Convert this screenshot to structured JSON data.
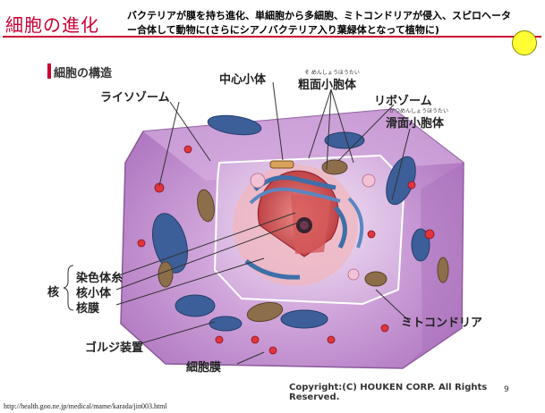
{
  "slide": {
    "title": "細胞の進化",
    "description": "バクテリアが膜を持ち進化、単細胞から多細胞、ミトコンドリアが侵入、スピロヘーター合体して動物に(さらにシアノバクテリア入り葉緑体となって植物に)",
    "page_number": "9",
    "url": "http://health.goo.ne.jp/medical/mame/karada/jin003.html"
  },
  "figure": {
    "section_title": "細胞の構造",
    "labels": {
      "lysosome": "ライソゾーム",
      "centrosome": "中心小体",
      "rough_er": "粗面小胞体",
      "rough_er_ruby": "そ めんしょうほうたい",
      "ribosome": "リボゾーム",
      "smooth_er": "滑面小胞体",
      "smooth_er_ruby": "かつめんしょうほうたい",
      "chromatin": "染色体糸",
      "nucleolus": "核小体",
      "nuclear_membrane": "核膜",
      "nucleus": "核",
      "mitochondria": "ミトコンドリア",
      "golgi": "ゴルジ装置",
      "cell_membrane": "細胞膜"
    },
    "copyright": "Copyright:(C) HOUKEN CORP. All Rights Reserved."
  }
}
